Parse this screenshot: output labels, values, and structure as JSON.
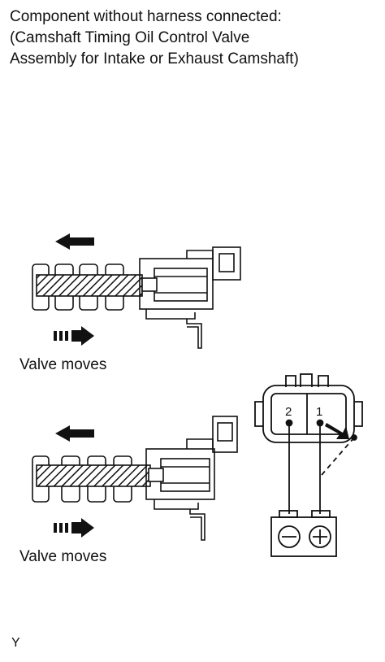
{
  "header": {
    "line1": "Component without harness connected:",
    "line2": "(Camshaft Timing Oil Control Valve",
    "line3": "Assembly for Intake or Exhaust Camshaft)"
  },
  "labels": {
    "valve_moves_1": "Valve moves",
    "valve_moves_2": "Valve moves"
  },
  "connector": {
    "pin_2": "2",
    "pin_1": "1"
  },
  "footer": {
    "code": "Y"
  }
}
